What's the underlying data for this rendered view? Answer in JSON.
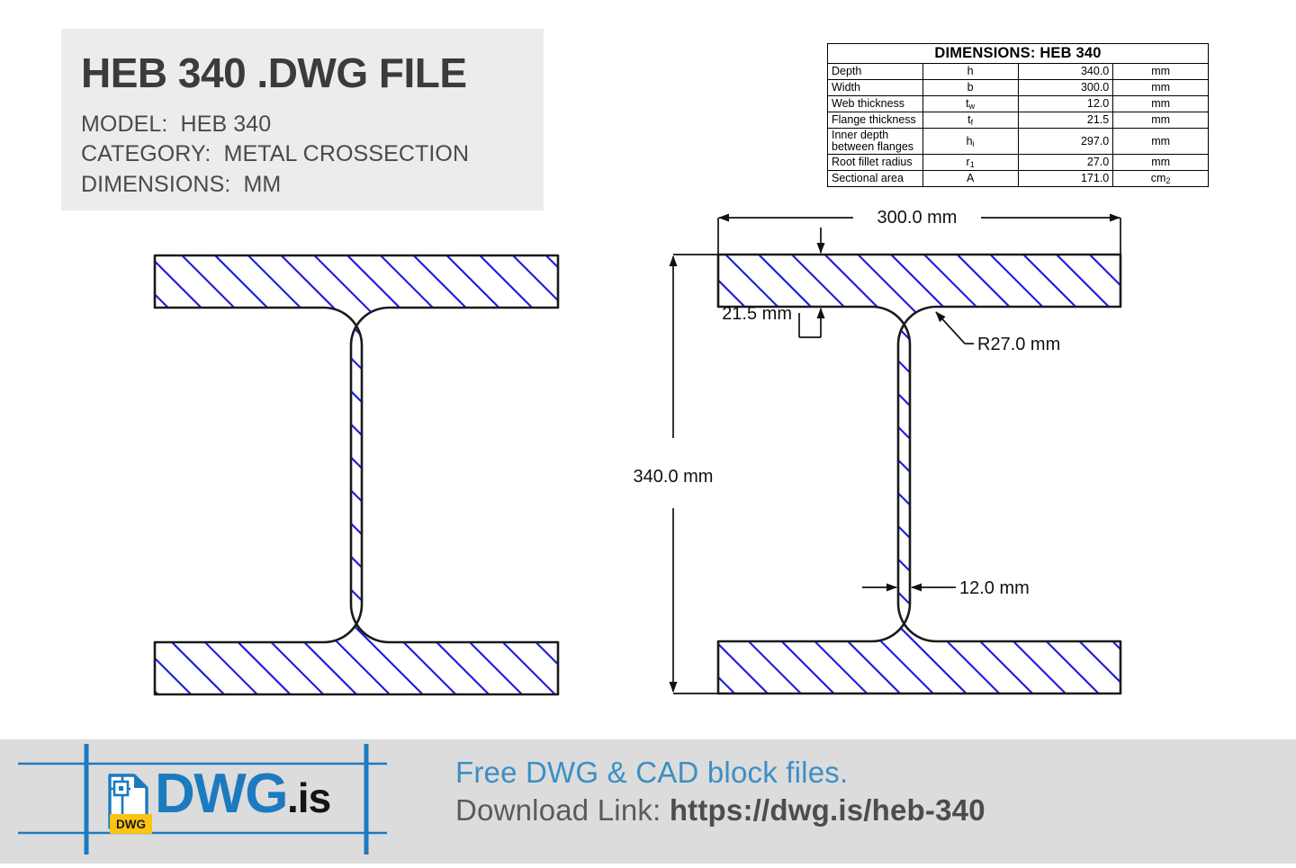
{
  "title_block": {
    "title": "HEB 340 .DWG FILE",
    "rows": [
      {
        "key": "MODEL:",
        "value": "HEB 340"
      },
      {
        "key": "CATEGORY:",
        "value": "METAL CROSSECTION"
      },
      {
        "key": "DIMENSIONS:",
        "value": "MM"
      }
    ]
  },
  "dimensions_table": {
    "heading": "DIMENSIONS: HEB 340",
    "rows": [
      {
        "label": "Depth",
        "symbol": "h",
        "sub": "",
        "value": "340.0",
        "unit": "mm",
        "unit_sub": ""
      },
      {
        "label": "Width",
        "symbol": "b",
        "sub": "",
        "value": "300.0",
        "unit": "mm",
        "unit_sub": ""
      },
      {
        "label": "Web thickness",
        "symbol": "t",
        "sub": "w",
        "value": "12.0",
        "unit": "mm",
        "unit_sub": ""
      },
      {
        "label": "Flange thickness",
        "symbol": "t",
        "sub": "f",
        "value": "21.5",
        "unit": "mm",
        "unit_sub": ""
      },
      {
        "label": "Inner depth between flanges",
        "symbol": "h",
        "sub": "i",
        "value": "297.0",
        "unit": "mm",
        "unit_sub": ""
      },
      {
        "label": "Root fillet radius",
        "symbol": "r",
        "sub": "1",
        "value": "27.0",
        "unit": "mm",
        "unit_sub": ""
      },
      {
        "label": "Sectional area",
        "symbol": "A",
        "sub": "",
        "value": "171.0",
        "unit": "cm",
        "unit_sub": "2"
      }
    ]
  },
  "drawing_annotations": {
    "width_label": "300.0 mm",
    "depth_label": "340.0 mm",
    "flange_thickness_label": "21.5 mm",
    "root_radius_label": "R27.0 mm",
    "web_thickness_label": "12.0 mm"
  },
  "footer": {
    "logo_main": "DWG",
    "logo_suffix": ".is",
    "logo_badge": "DWG",
    "line1": "Free DWG & CAD block files.",
    "line2_prefix": "Download Link: ",
    "line2_url": "https://dwg.is/heb-340"
  },
  "colors": {
    "hatch_blue": "#1818e0",
    "outline_black": "#1a1a1a",
    "brand_blue": "#1c7ac0",
    "accent_yellow": "#fcc311",
    "panel_gray": "#ececec",
    "footer_gray": "#dcdcdc",
    "footer_link_blue": "#3d8fc4"
  }
}
